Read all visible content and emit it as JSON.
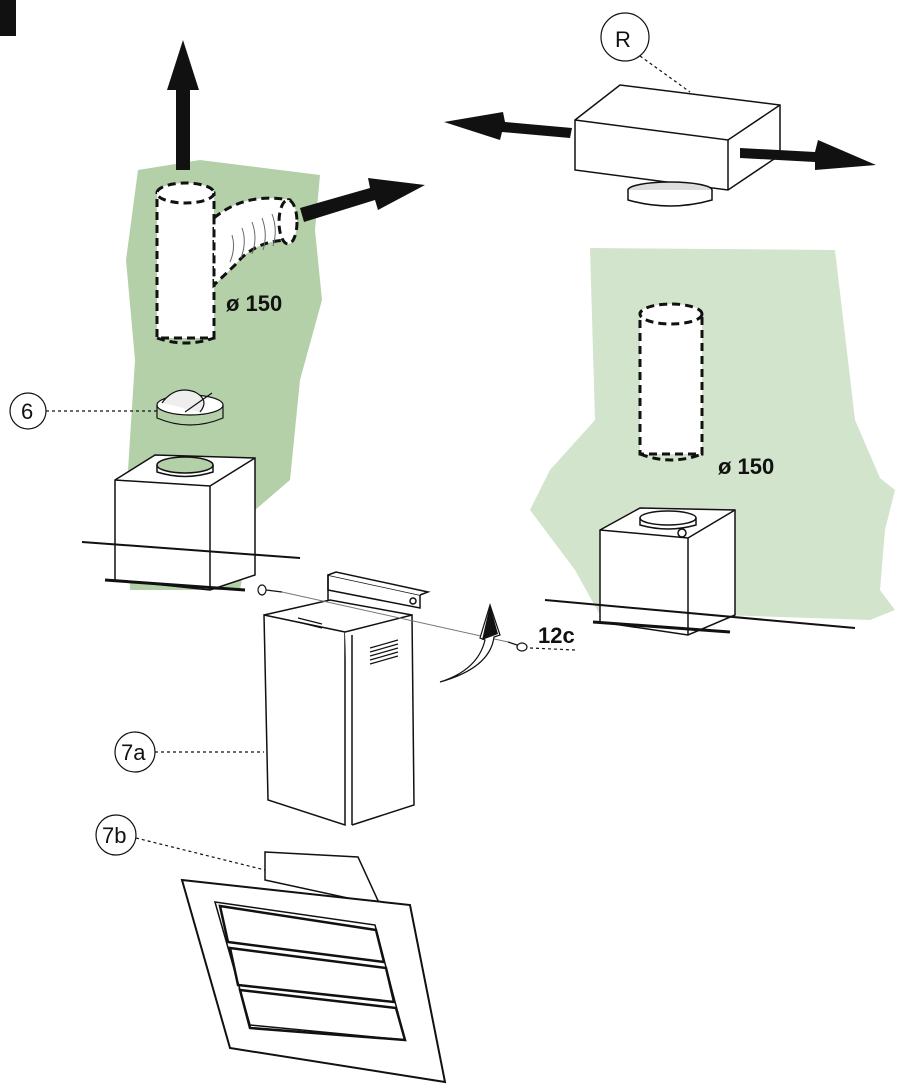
{
  "callouts": {
    "r": "R",
    "item6": "6",
    "item7a": "7a",
    "item7b": "7b",
    "screw": "12c"
  },
  "dimensions": {
    "duct_left": "ø 150",
    "duct_right": "ø 150"
  },
  "colors": {
    "wall_dark": "#b4d0a9",
    "wall_light": "#d3e4cc",
    "line": "#111111"
  }
}
